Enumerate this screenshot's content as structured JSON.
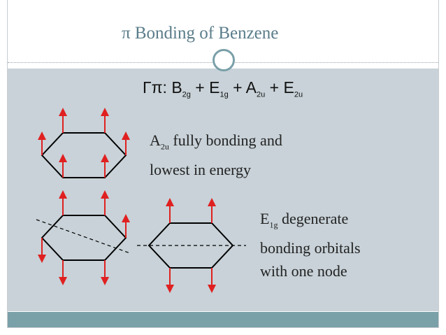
{
  "slide": {
    "title": "π Bonding of Benzene",
    "gamma": {
      "prefix": "Γπ:  B",
      "b_sub": "2g",
      "plus1": " + E",
      "e1_sub": "1g",
      "plus2": " + A",
      "a_sub": "2u",
      "plus3": " + E",
      "e2_sub": "2u"
    },
    "a2u_note": {
      "symbol": "A",
      "sub": "2u",
      "line1_rest": " fully bonding and",
      "line2": "lowest in energy"
    },
    "e1g_note": {
      "symbol": "E",
      "sub": "1g",
      "line1_rest": " degenerate",
      "line2": "bonding orbitals",
      "line3": "with one node"
    }
  },
  "colors": {
    "title": "#5a7c8a",
    "content_bg": "#c8d2d8",
    "footer": "#7aa0a8",
    "arrow": "#e02020"
  }
}
